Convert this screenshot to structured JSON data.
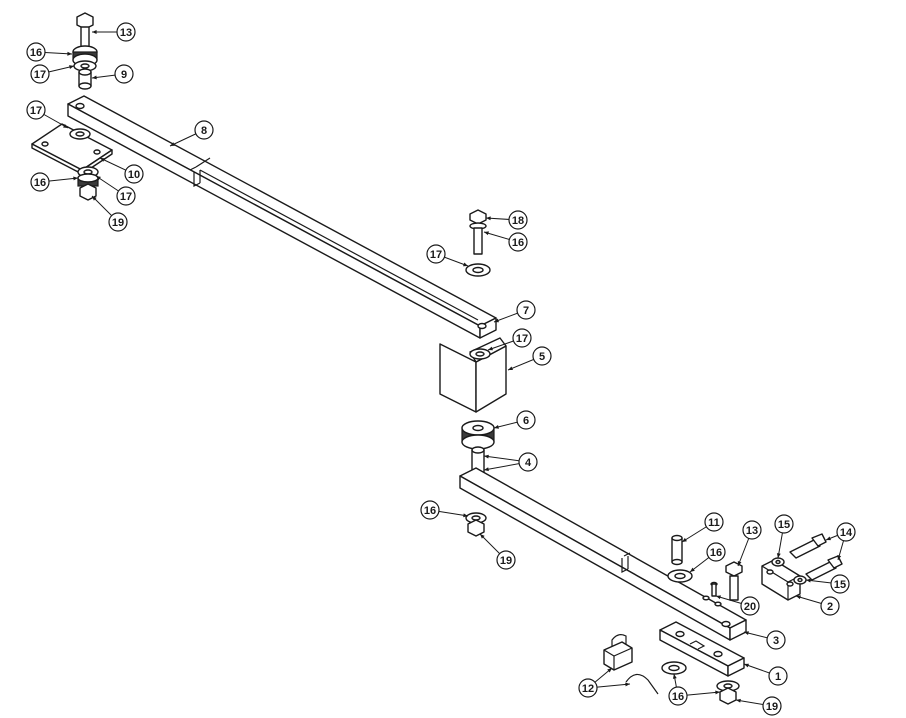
{
  "callouts": [
    {
      "id": "c13a",
      "label": "13"
    },
    {
      "id": "c16a",
      "label": "16"
    },
    {
      "id": "c17a",
      "label": "17"
    },
    {
      "id": "c9",
      "label": "9"
    },
    {
      "id": "c17b",
      "label": "17"
    },
    {
      "id": "c8",
      "label": "8"
    },
    {
      "id": "c10",
      "label": "10"
    },
    {
      "id": "c16b",
      "label": "16"
    },
    {
      "id": "c17c",
      "label": "17"
    },
    {
      "id": "c19a",
      "label": "19"
    },
    {
      "id": "c18",
      "label": "18"
    },
    {
      "id": "c16c",
      "label": "16"
    },
    {
      "id": "c17d",
      "label": "17"
    },
    {
      "id": "c7",
      "label": "7"
    },
    {
      "id": "c17e",
      "label": "17"
    },
    {
      "id": "c5",
      "label": "5"
    },
    {
      "id": "c6",
      "label": "6"
    },
    {
      "id": "c4",
      "label": "4"
    },
    {
      "id": "c16d",
      "label": "16"
    },
    {
      "id": "c19b",
      "label": "19"
    },
    {
      "id": "c11",
      "label": "11"
    },
    {
      "id": "c13b",
      "label": "13"
    },
    {
      "id": "c15a",
      "label": "15"
    },
    {
      "id": "c14",
      "label": "14"
    },
    {
      "id": "c16e",
      "label": "16"
    },
    {
      "id": "c15b",
      "label": "15"
    },
    {
      "id": "c2",
      "label": "2"
    },
    {
      "id": "c20",
      "label": "20"
    },
    {
      "id": "c3",
      "label": "3"
    },
    {
      "id": "c1",
      "label": "1"
    },
    {
      "id": "c12",
      "label": "12"
    },
    {
      "id": "c16f",
      "label": "16"
    },
    {
      "id": "c19c",
      "label": "19"
    }
  ]
}
